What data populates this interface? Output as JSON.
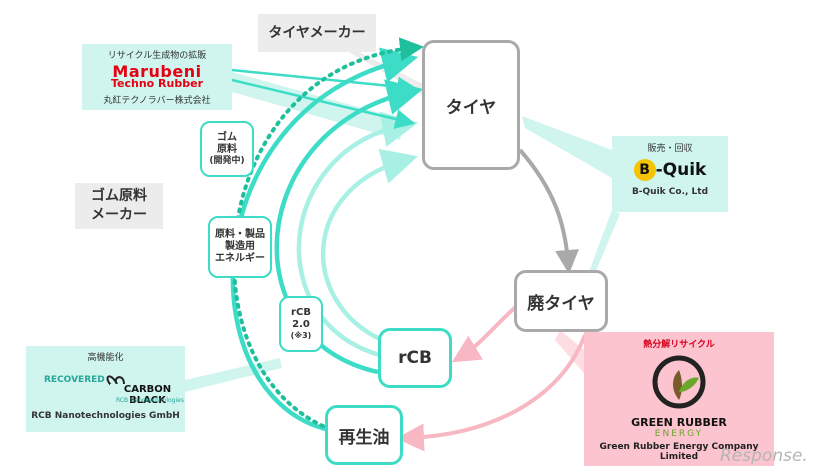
{
  "labels": {
    "tire_maker": "タイヤメーカー",
    "tire": "タイヤ",
    "waste_tire": "廃タイヤ",
    "rcb": "rCB",
    "recycled_oil": "再生油",
    "rubber_maker": "ゴム原料\nメーカー"
  },
  "pills": {
    "rubber_material": [
      "ゴム",
      "原料",
      "(開発中)"
    ],
    "material_energy": [
      "原料・製品",
      "製造用",
      "エネルギー"
    ],
    "rcb2": [
      "rCB",
      "2.0",
      "(※3)"
    ]
  },
  "marubeni": {
    "caption": "リサイクル生成物の拡販",
    "logo_line1": "Marubeni",
    "logo_line2": "Techno Rubber",
    "company": "丸紅テクノラバー株式会社"
  },
  "bquik": {
    "caption": "販売・回収",
    "logo_b": "B",
    "logo_text": "-Quik",
    "company": "B-Quik Co., Ltd"
  },
  "rcbnano": {
    "caption": "高機能化",
    "logo_left": "RECOVERED",
    "logo_right": "CARBON BLACK",
    "logo_sub": "RCB Nanotechnologies",
    "company": "RCB Nanotechnologies GmbH"
  },
  "green": {
    "caption": "熱分解リサイクル",
    "logo_line1": "GREEN RUBBER",
    "logo_line2": "ENERGY",
    "company": "Green Rubber Energy Company Limited"
  },
  "watermark": "Response.",
  "colors": {
    "teal": "#3ddcc6",
    "teal_light": "#a8f0e4",
    "gray": "#a9a9a9",
    "pink": "#f7b8c3",
    "dotted": "#1dbf9c",
    "marubeni_red": "#e60012",
    "bquik_yellow": "#f5c400"
  }
}
